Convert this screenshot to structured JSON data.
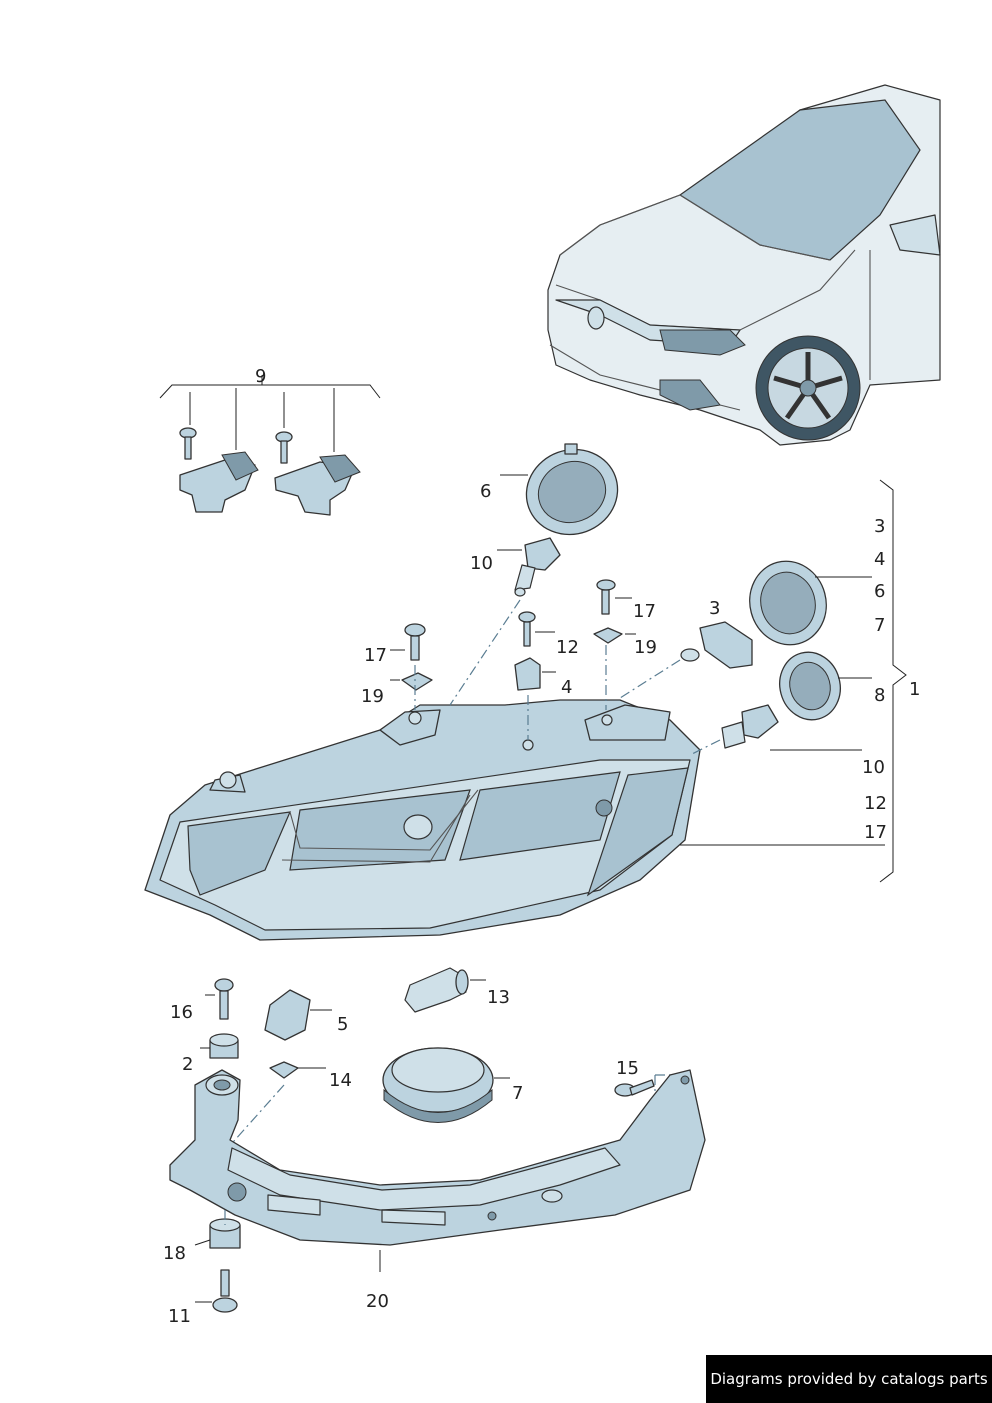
{
  "callouts": {
    "c1": "1",
    "c2": "2",
    "c3a": "3",
    "c3b": "3",
    "c4a": "4",
    "c4b": "4",
    "c5": "5",
    "c6a": "6",
    "c6b": "6",
    "c7a": "7",
    "c7b": "7",
    "c8": "8",
    "c9": "9",
    "c10a": "10",
    "c10b": "10",
    "c11": "11",
    "c12a": "12",
    "c12b": "12",
    "c13": "13",
    "c14": "14",
    "c15": "15",
    "c16": "16",
    "c17a": "17",
    "c17b": "17",
    "c17c": "17",
    "c18": "18",
    "c19a": "19",
    "c19b": "19",
    "c20": "20"
  },
  "footer": {
    "text": "Diagrams provided by catalogs parts"
  }
}
